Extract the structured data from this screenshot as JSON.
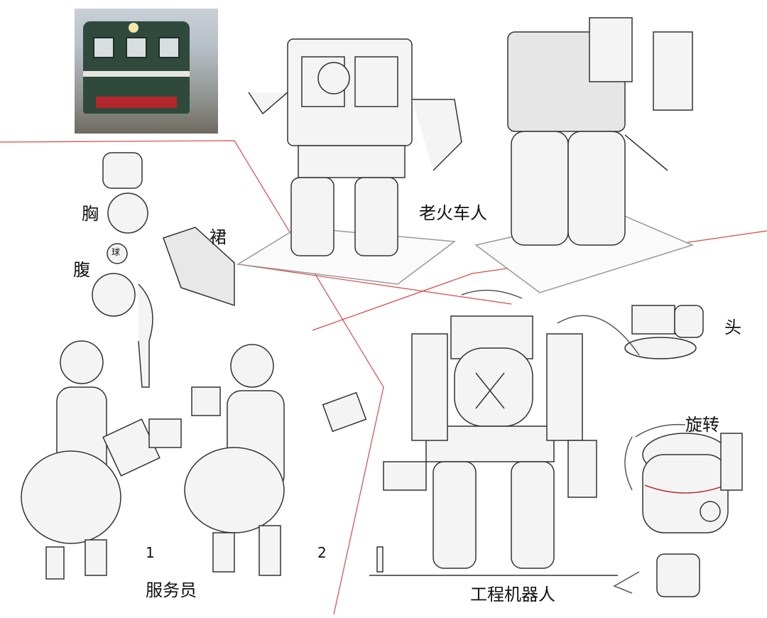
{
  "reference_photo": {
    "subject": "train-photo"
  },
  "labels": {
    "chest": "胸",
    "belly": "腹",
    "ball": "球",
    "skirt": "裙",
    "old_train_man": "老火车人",
    "head": "头",
    "rotate": "旋转",
    "variant_1": "1",
    "variant_2": "2",
    "attendant": "服务员",
    "engineering_robot": "工程机器人"
  },
  "colors": {
    "divider": "#d9484a",
    "ink": "#222222"
  }
}
